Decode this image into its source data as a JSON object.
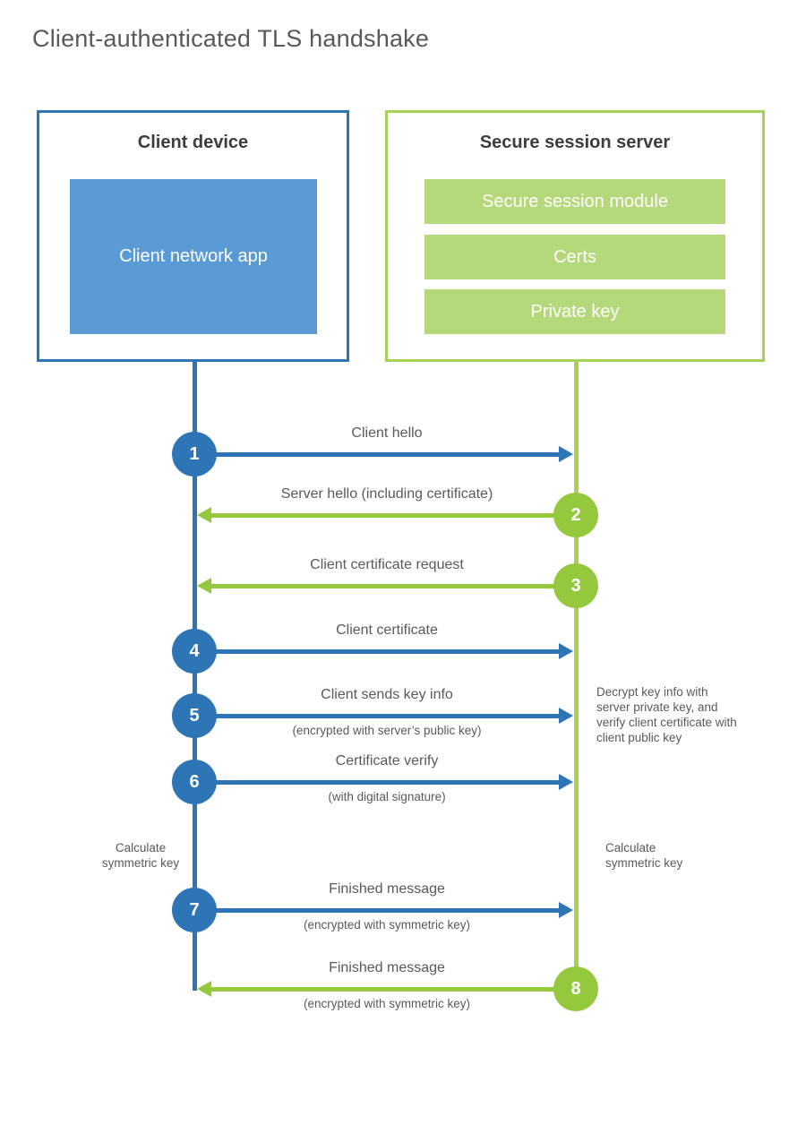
{
  "title": "Client-authenticated TLS handshake",
  "colors": {
    "blue": "#2e75b6",
    "blue_light": "#5b9bd5",
    "green": "#96c83e",
    "green_border": "#a6d157",
    "green_light": "#b5d87a",
    "text": "#58595b",
    "heading": "#3d3d3d"
  },
  "client": {
    "title": "Client device",
    "app_label": "Client network app"
  },
  "server": {
    "title": "Secure session server",
    "modules": {
      "0": "Secure session module",
      "1": "Certs",
      "2": "Private key"
    }
  },
  "messages": [
    {
      "step": "1",
      "label": "Client hello",
      "direction": "client-to-server"
    },
    {
      "step": "2",
      "label": "Server hello (including certificate)",
      "direction": "server-to-client"
    },
    {
      "step": "3",
      "label": "Client certificate request",
      "direction": "server-to-client"
    },
    {
      "step": "4",
      "label": "Client certificate",
      "direction": "client-to-server"
    },
    {
      "step": "5",
      "label": "Client sends key info",
      "sublabel": "(encrypted with server’s public key)",
      "direction": "client-to-server"
    },
    {
      "step": "6",
      "label": "Certificate verify",
      "sublabel": "(with digital signature)",
      "direction": "client-to-server"
    },
    {
      "step": "7",
      "label": "Finished message",
      "sublabel": "(encrypted with symmetric key)",
      "direction": "client-to-server"
    },
    {
      "step": "8",
      "label": "Finished message",
      "sublabel": "(encrypted with symmetric key)",
      "direction": "server-to-client"
    }
  ],
  "annotations": {
    "decrypt_note": "Decrypt key info with server private key, and verify client certificate with client public key",
    "calc_left": "Calculate symmetric key",
    "calc_right": "Calculate symmetric key"
  }
}
